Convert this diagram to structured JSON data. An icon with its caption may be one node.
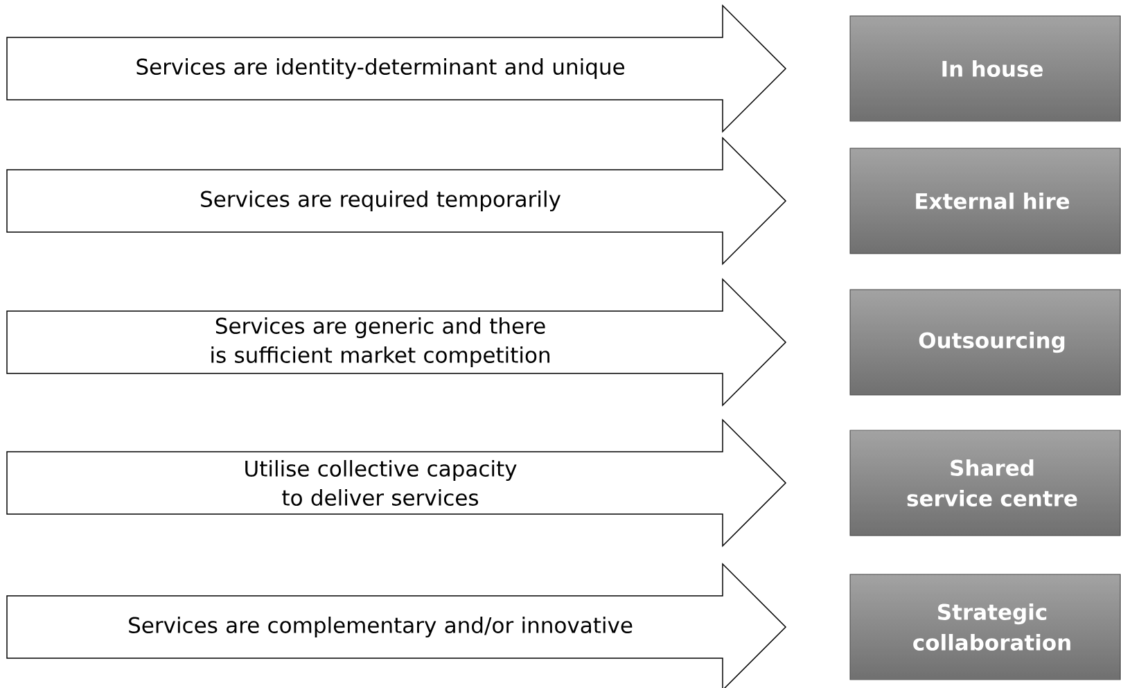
{
  "diagram": {
    "nodes": [
      {
        "text": [
          "Services are identity-determinant and unique"
        ]
      },
      {
        "text": [
          "Services are required temporarily"
        ]
      },
      {
        "text": [
          "Services are generic and there is sufficient market competition"
        ]
      },
      {
        "text": [
          "Utilise collective capacity to deliver services"
        ]
      },
      {
        "text": [
          "Services are complementary and/or innovative"
        ]
      },
      {
        "text": [
          "In house"
        ]
      },
      {
        "text": [
          "External hire"
        ]
      },
      {
        "text": [
          "Outsourcing"
        ]
      },
      {
        "text": [
          "Shared service centre"
        ]
      },
      {
        "text": [
          "Strategic collaboration"
        ]
      }
    ]
  }
}
